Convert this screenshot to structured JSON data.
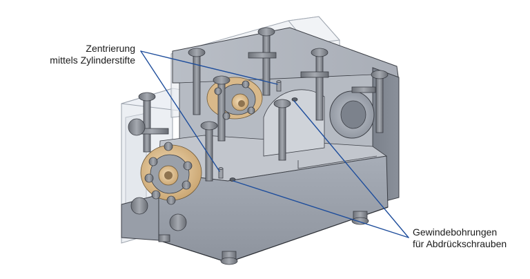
{
  "annotations": {
    "centering": {
      "line1": "Zentrierung",
      "line2": "mittels Zylinderstifte"
    },
    "threaded_holes": {
      "line1": "Gewindebohrungen",
      "line2": "für Abdrückschrauben"
    }
  },
  "colors": {
    "leader_line": "#1f4e9c",
    "body_fill": "#9ea4ae",
    "body_edge": "#3a3d44",
    "transparent_part": "#e6eaef",
    "brass": "#d9b98a",
    "bolt": "#8c8f96"
  }
}
